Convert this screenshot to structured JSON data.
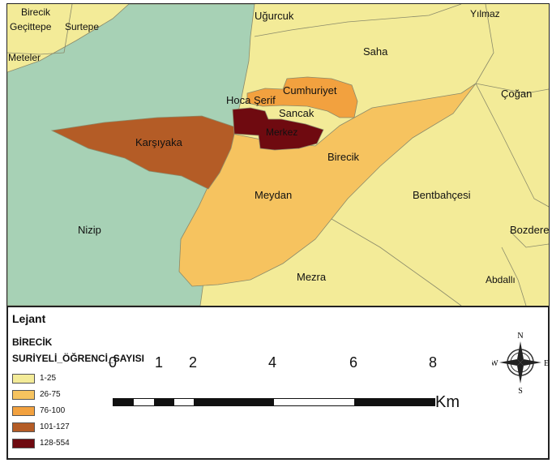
{
  "map": {
    "labels": {
      "birecik_gecittepe_1": "Birecik",
      "birecik_gecittepe_2": "Geçittepe",
      "surtepe": "Surtepe",
      "meteler": "Meteler",
      "ugurcuk": "Uğurcuk",
      "yilmaz": "Yılmaz",
      "saha": "Saha",
      "cogan": "Çoğan",
      "cumhuriyet": "Cumhuriyet",
      "hoca_serif": "Hoca Şerif",
      "sancak": "Sancak",
      "merkez": "Merkez",
      "karsiyaka": "Karşıyaka",
      "birecik": "Birecik",
      "meydan": "Meydan",
      "bentbahcesi": "Bentbahçesi",
      "nizip": "Nizip",
      "bozdere": "Bozdere",
      "mezra": "Mezra",
      "abdalli": "Abdallı"
    },
    "colors": {
      "class_1_25": "#f3eb98",
      "class_26_75": "#f6c35f",
      "class_76_100": "#f2a13f",
      "class_101_127": "#b45c26",
      "class_128_554": "#6f0a10",
      "water": "#a7d1b5",
      "boundary": "#8a8a6a"
    }
  },
  "legend": {
    "title": "Lejant",
    "region": "BİRECİK",
    "field": "SURİYELİ_ÖĞRENCİ_SAYISI",
    "classes": [
      {
        "label": "1-25",
        "color": "#f3eb98"
      },
      {
        "label": "26-75",
        "color": "#f6c35f"
      },
      {
        "label": "76-100",
        "color": "#f2a13f"
      },
      {
        "label": "101-127",
        "color": "#b45c26"
      },
      {
        "label": "128-554",
        "color": "#6f0a10"
      }
    ],
    "scale": {
      "ticks": [
        "0",
        "1",
        "2",
        "4",
        "6",
        "8"
      ],
      "unit": "Km"
    },
    "compass": {
      "n": "N",
      "s": "S",
      "e": "E",
      "w": "W",
      "icon": "compass-rose-icon"
    }
  }
}
